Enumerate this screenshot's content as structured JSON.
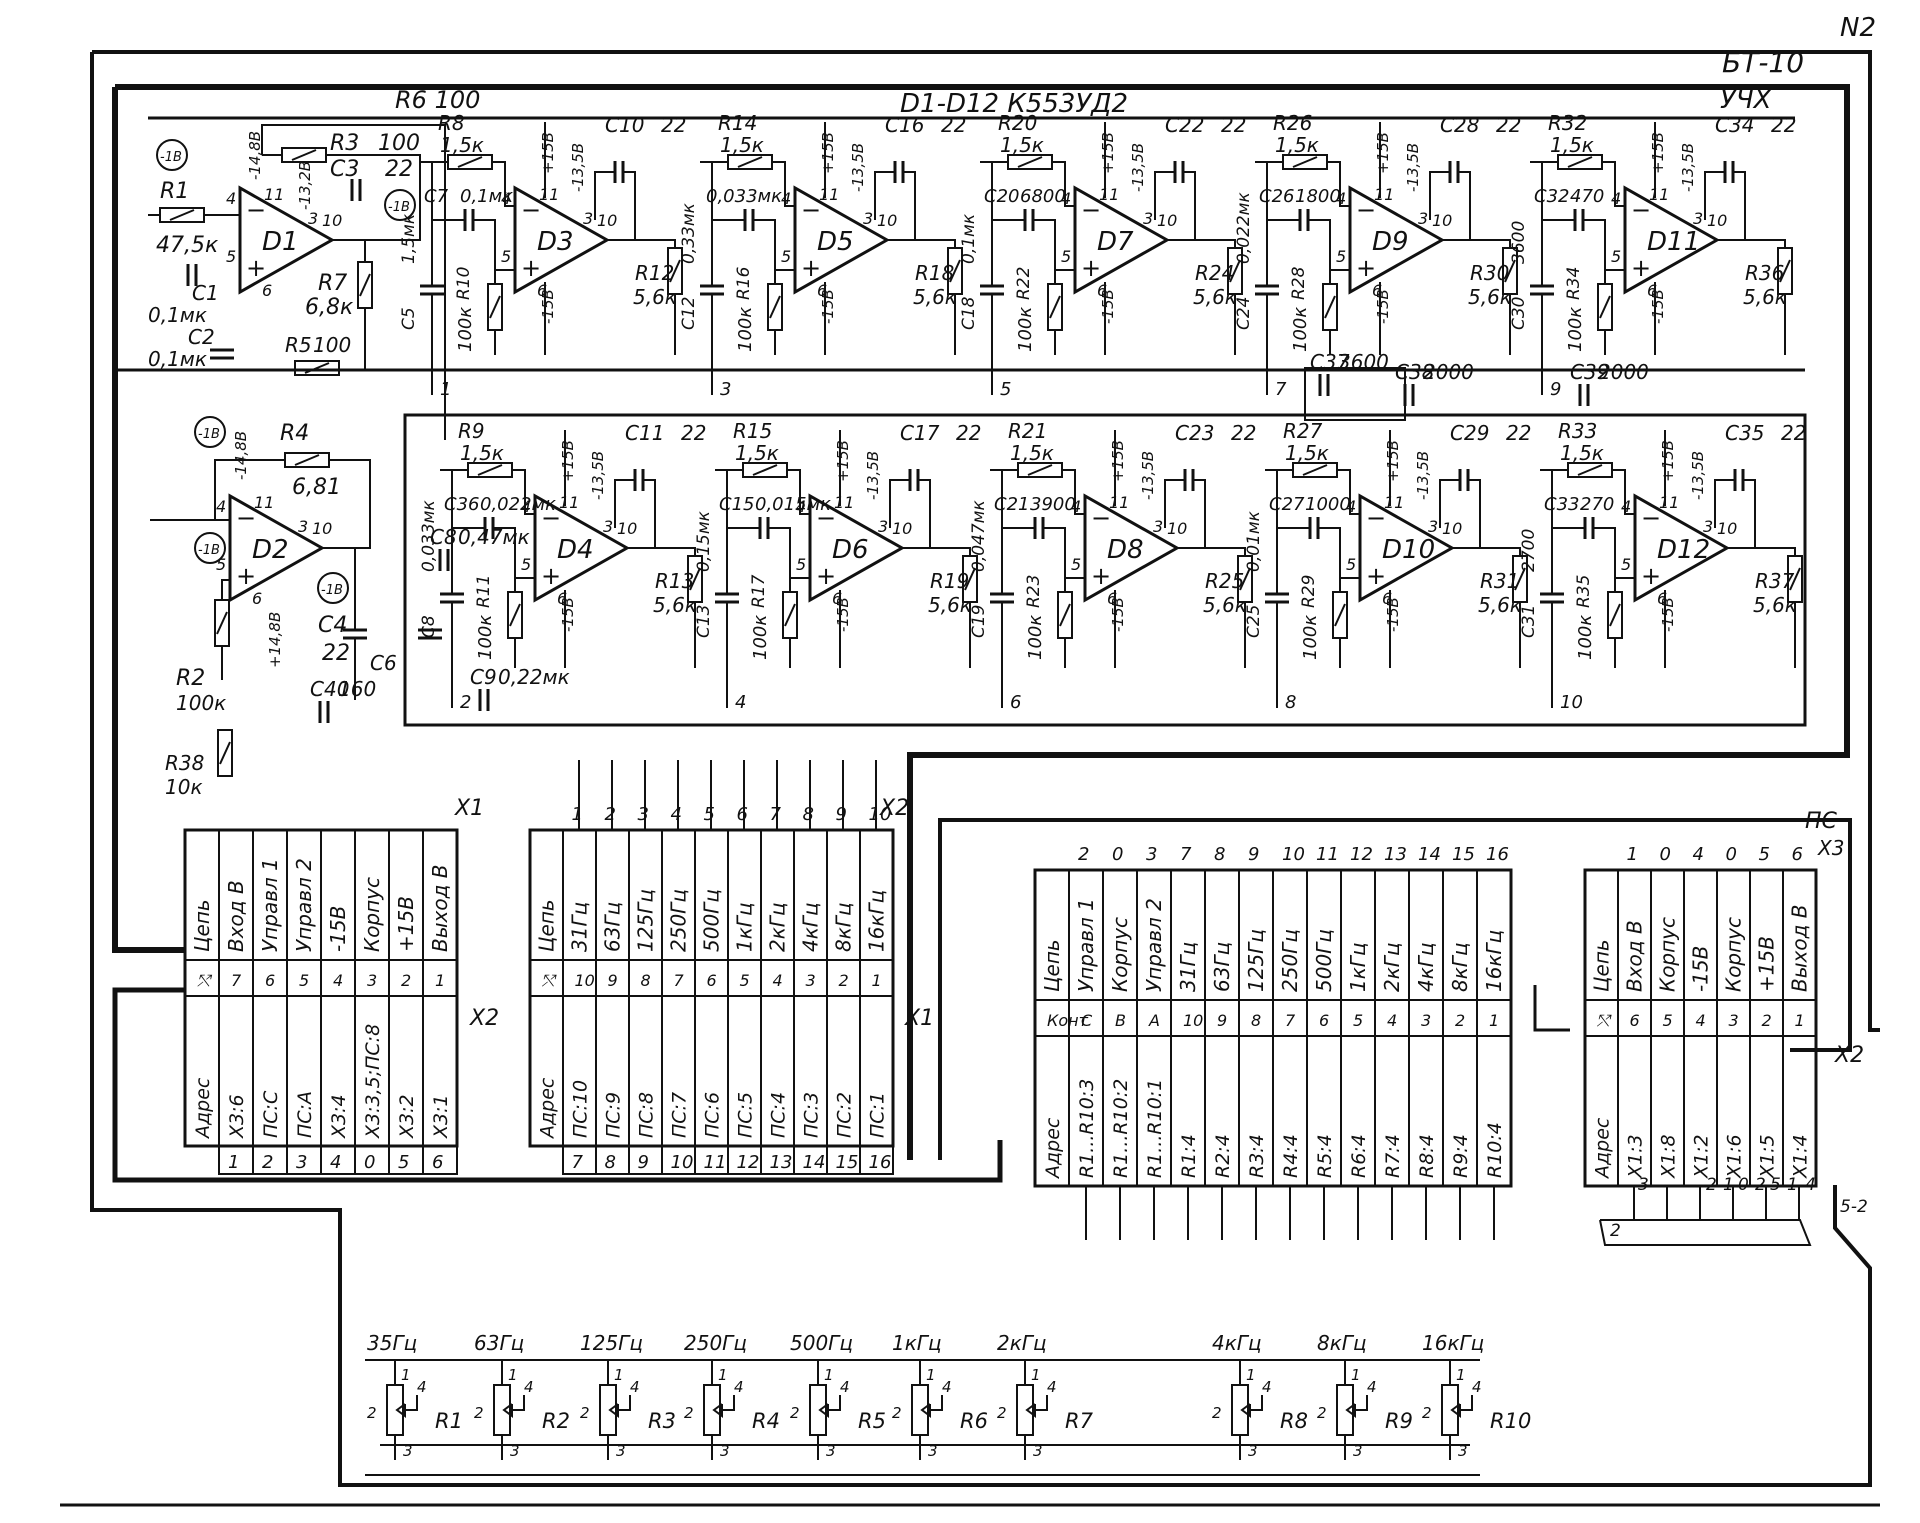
{
  "header": {
    "sheet_no": "N2",
    "board_title": "БТ-10",
    "opamp_series": "D1-D12  К553УД2",
    "subassembly": "УЧХ",
    "r6_label": "R6 100"
  },
  "icons": {
    "opamp": "opamp-triangle-icon",
    "resistor": "resistor-icon",
    "capacitor": "capacitor-icon",
    "potentiometer": "potentiometer-icon"
  },
  "top_row": [
    {
      "opamp": "D1",
      "rin": "R1",
      "rin_val": "47,5к",
      "rfb": "R3",
      "rfb_val": "100",
      "cfb": "C3",
      "cfb_val": "22",
      "rout": "R7",
      "rout_val": "6,8к",
      "c_a": "C1",
      "c_a_val": "0,1мк",
      "c_b": "C2",
      "c_b_val": "0,1мк",
      "pin_neg": "-14,8В",
      "pin_out": "-13,2В",
      "bus": ""
    },
    {
      "opamp": "D3",
      "rin": "R8",
      "rin_val": "1,5к",
      "cin": "C7",
      "cin_val": "0,1мк",
      "cfb": "C10",
      "cfb_val": "22",
      "rg": "R10",
      "rg_val": "100к",
      "rout": "R12",
      "rout_val": "5,6к",
      "cshunt": "C5",
      "cshunt_val": "1,5мк",
      "bus": "1"
    },
    {
      "opamp": "D5",
      "rin": "R14",
      "rin_val": "1,5к",
      "cin": "",
      "cin_val": "0,033мк",
      "cfb": "C16",
      "cfb_val": "22",
      "rg": "R16",
      "rg_val": "100к",
      "rout": "R18",
      "rout_val": "5,6к",
      "cshunt": "C12",
      "cshunt_val": "0,33мк",
      "bus": "3"
    },
    {
      "opamp": "D7",
      "rin": "R20",
      "rin_val": "1,5к",
      "cin": "C20",
      "cin_val": "6800",
      "cfb": "C22",
      "cfb_val": "22",
      "rg": "R22",
      "rg_val": "100к",
      "rout": "R24",
      "rout_val": "5,6к",
      "cshunt": "C18",
      "cshunt_val": "0,1мк",
      "bus": "5"
    },
    {
      "opamp": "D9",
      "rin": "R26",
      "rin_val": "1,5к",
      "cin": "C26",
      "cin_val": "1800",
      "cfb": "C28",
      "cfb_val": "22",
      "rg": "R28",
      "rg_val": "100к",
      "rout": "R30",
      "rout_val": "5,6к",
      "cshunt": "C24",
      "cshunt_val": "0,022мк",
      "bus": "7"
    },
    {
      "opamp": "D11",
      "rin": "R32",
      "rin_val": "1,5к",
      "cin": "C32",
      "cin_val": "470",
      "cfb": "C34",
      "cfb_val": "22",
      "rg": "R34",
      "rg_val": "100к",
      "rout": "R36",
      "rout_val": "5,6к",
      "cshunt": "C30",
      "cshunt_val": "3600",
      "bus": "9"
    }
  ],
  "bottom_row": [
    {
      "opamp": "D2",
      "rin": "R4",
      "rin_val": "6,81",
      "rg": "R2",
      "rg_val": "100к",
      "cfb": "C4",
      "cfb_val": "22",
      "pin_neg": "-14,8В",
      "pin_pos": "+14,8В",
      "bus": ""
    },
    {
      "opamp": "D4",
      "rin": "R9",
      "rin_val": "1,5к",
      "cin": "C36",
      "cin_val": "0,022мк",
      "cfb": "C11",
      "cfb_val": "22",
      "rg": "R11",
      "rg_val": "100к",
      "rout": "R13",
      "rout_val": "5,6к",
      "cshunt": "C8",
      "cshunt_val": "0,033мк",
      "bus": "2"
    },
    {
      "opamp": "D6",
      "rin": "R15",
      "rin_val": "1,5к",
      "cin": "C15",
      "cin_val": "0,015мк",
      "cfb": "C17",
      "cfb_val": "22",
      "rg": "R17",
      "rg_val": "100к",
      "rout": "R19",
      "rout_val": "5,6к",
      "cshunt": "C13",
      "cshunt_val": "0,15мк",
      "bus": "4"
    },
    {
      "opamp": "D8",
      "rin": "R21",
      "rin_val": "1,5к",
      "cin": "C21",
      "cin_val": "3900",
      "cfb": "C23",
      "cfb_val": "22",
      "rg": "R23",
      "rg_val": "100к",
      "rout": "R25",
      "rout_val": "5,6к",
      "cshunt": "C19",
      "cshunt_val": "0,047мк",
      "bus": "6"
    },
    {
      "opamp": "D10",
      "rin": "R27",
      "rin_val": "1,5к",
      "cin": "C27",
      "cin_val": "1000",
      "cfb": "C29",
      "cfb_val": "22",
      "rg": "R29",
      "rg_val": "100к",
      "rout": "R31",
      "rout_val": "5,6к",
      "cshunt": "C25",
      "cshunt_val": "0,01мк",
      "bus": "8"
    },
    {
      "opamp": "D12",
      "rin": "R33",
      "rin_val": "1,5к",
      "cin": "C33",
      "cin_val": "270",
      "cfb": "C35",
      "cfb_val": "22",
      "rg": "R35",
      "rg_val": "100к",
      "rout": "R37",
      "rout_val": "5,6к",
      "cshunt": "C31",
      "cshunt_val": "2700",
      "bus": "10"
    }
  ],
  "supply_labels": {
    "plus": "+15В",
    "minus": "-15В",
    "neg_out": "-13,5В"
  },
  "misc_parts": [
    {
      "ref": "R38",
      "val": "10к"
    },
    {
      "ref": "C40",
      "val": "160"
    },
    {
      "ref": "C6",
      "val": ""
    },
    {
      "ref": "C9",
      "val": "0,22мк"
    },
    {
      "ref": "C37",
      "val": "3600"
    },
    {
      "ref": "C38",
      "val": "2000"
    },
    {
      "ref": "C39",
      "val": "2000"
    },
    {
      "ref": "R5",
      "val": "100"
    },
    {
      "ref": "C8",
      "val": "0,47мк"
    }
  ],
  "test_points": [
    "-1В",
    "-1В",
    "-1В",
    "-1В",
    "-1В"
  ],
  "x1_table": {
    "label": "X1",
    "label_bottom": "X2",
    "header": [
      "Цепь",
      "Вход В",
      "Управл 1",
      "Управл 2",
      "-15В",
      "Корпус",
      "+15В",
      "Выход В"
    ],
    "kont": [
      "⤲",
      "7",
      "6",
      "5",
      "4",
      "3",
      "2",
      "1"
    ],
    "addr": [
      "Адрес",
      "X3:6",
      "ПС:С",
      "ПС:А",
      "X3:4",
      "X3:3,5;ПС:8",
      "X3:2",
      "X3:1"
    ],
    "footer": [
      "1",
      "2",
      "3",
      "4",
      "0",
      "5",
      "6"
    ]
  },
  "x2_table": {
    "label": "X2",
    "label_bottom": "X1",
    "top_numbers": [
      "1",
      "2",
      "3",
      "4",
      "5",
      "6",
      "7",
      "8",
      "9",
      "10"
    ],
    "header": [
      "Цепь",
      "31Гц",
      "63Гц",
      "125Гц",
      "250Гц",
      "500Гц",
      "1кГц",
      "2кГц",
      "4кГц",
      "8кГц",
      "16кГц"
    ],
    "kont": [
      "⤲",
      "10",
      "9",
      "8",
      "7",
      "6",
      "5",
      "4",
      "3",
      "2",
      "1"
    ],
    "addr": [
      "Адрес",
      "ПС:10",
      "ПС:9",
      "ПС:8",
      "ПС:7",
      "ПС:6",
      "ПС:5",
      "ПС:4",
      "ПС:3",
      "ПС:2",
      "ПС:1"
    ],
    "footer": [
      "7",
      "8",
      "9",
      "10",
      "11",
      "12",
      "13",
      "14",
      "15",
      "16"
    ]
  },
  "ps_table": {
    "top_numbers": [
      "2",
      "0",
      "3",
      "7",
      "8",
      "9",
      "10",
      "11",
      "12",
      "13",
      "14",
      "15",
      "16"
    ],
    "header": [
      "Цепь",
      "Управл 1",
      "Корпус",
      "Управл 2",
      "31Гц",
      "63Гц",
      "125Гц",
      "250Гц",
      "500Гц",
      "1кГц",
      "2кГц",
      "4кГц",
      "8кГц",
      "16кГц"
    ],
    "kont": [
      "Конт",
      "С",
      "В",
      "А",
      "10",
      "9",
      "8",
      "7",
      "6",
      "5",
      "4",
      "3",
      "2",
      "1"
    ],
    "addr": [
      "Адрес",
      "R1...R10:3",
      "R1...R10:2",
      "R1...R10:1",
      "R1:4",
      "R2:4",
      "R3:4",
      "R4:4",
      "R5:4",
      "R6:4",
      "R7:4",
      "R8:4",
      "R9:4",
      "R10:4"
    ]
  },
  "x3_table": {
    "label": "ПС",
    "label_x3": "X3",
    "label_bottom": "X2",
    "top_numbers": [
      "1",
      "0",
      "4",
      "0",
      "5",
      "6"
    ],
    "header": [
      "Цепь",
      "Вход В",
      "Корпус",
      "-15В",
      "Корпус",
      "+15В",
      "Выход В"
    ],
    "kont": [
      "⤲",
      "6",
      "5",
      "4",
      "3",
      "2",
      "1"
    ],
    "addr": [
      "Адрес",
      "X1:3",
      "X1:8",
      "X1:2",
      "X1:6",
      "X1:5",
      "X1:4"
    ],
    "cable_marks": [
      "3",
      "2-1",
      "0-2",
      "5-1",
      "4",
      "5-2",
      "2"
    ]
  },
  "pots": [
    {
      "freq": "35Гц",
      "ref": "R1"
    },
    {
      "freq": "63Гц",
      "ref": "R2"
    },
    {
      "freq": "125Гц",
      "ref": "R3"
    },
    {
      "freq": "250Гц",
      "ref": "R4"
    },
    {
      "freq": "500Гц",
      "ref": "R5"
    },
    {
      "freq": "1кГц",
      "ref": "R6"
    },
    {
      "freq": "2кГц",
      "ref": "R7"
    },
    {
      "freq": "4кГц",
      "ref": "R8"
    },
    {
      "freq": "8кГц",
      "ref": "R9"
    },
    {
      "freq": "16кГц",
      "ref": "R10"
    }
  ],
  "pot_pins": [
    "1",
    "2",
    "3",
    "4"
  ],
  "pin_numbers": {
    "inv": "4",
    "noninv": "5",
    "vneg": "6",
    "vpos": "11",
    "fb": "3",
    "out": "10"
  }
}
